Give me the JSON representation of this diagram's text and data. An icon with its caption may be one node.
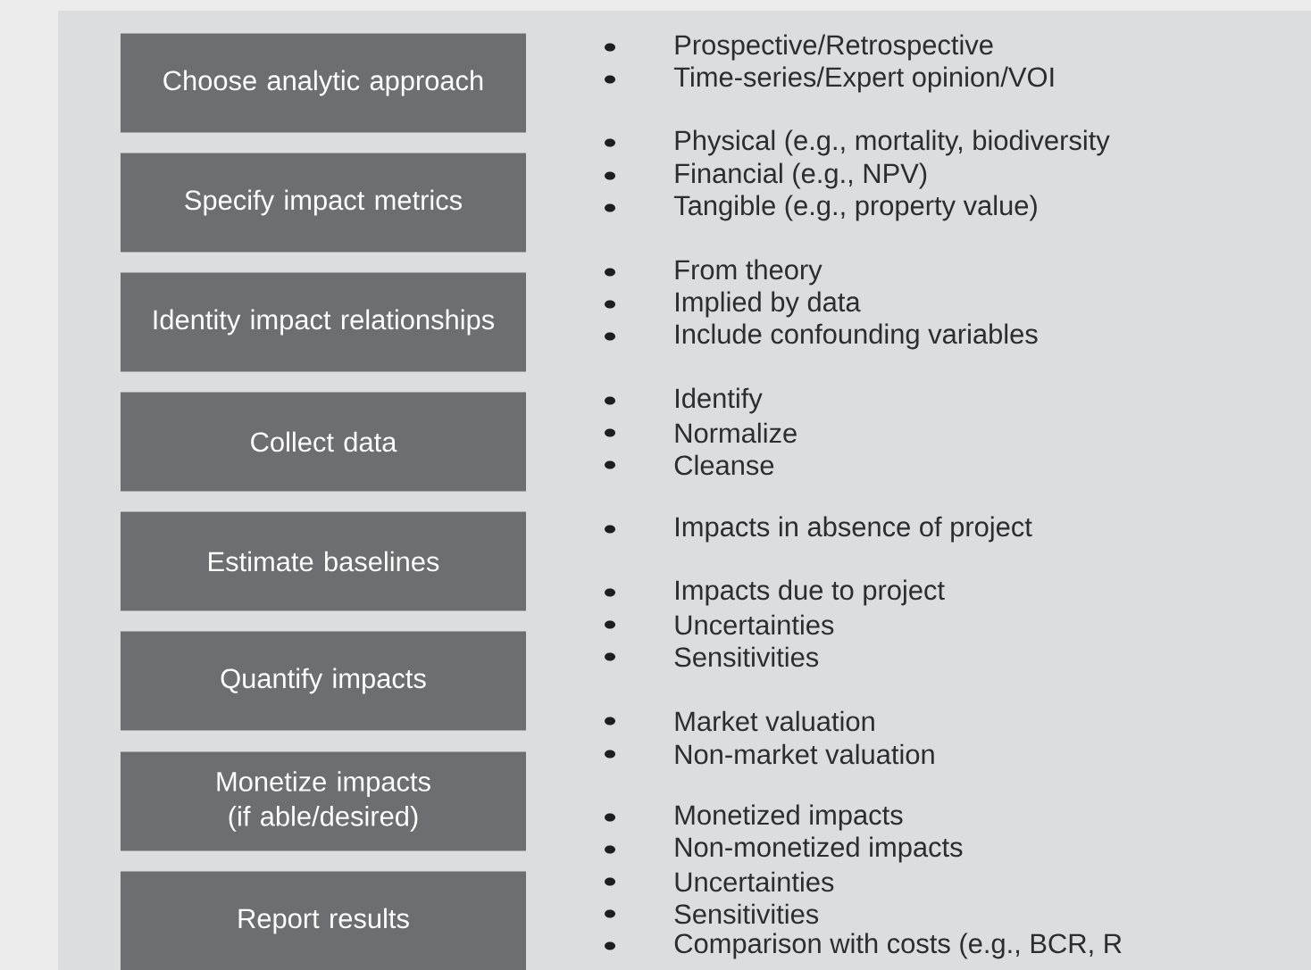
{
  "diagram": {
    "nodes": [
      {
        "text": [
          "Choose analytic approach"
        ]
      },
      {
        "text": [
          "Specify impact metrics"
        ]
      },
      {
        "text": [
          "Identity impact relationships"
        ]
      },
      {
        "text": [
          "Collect data"
        ]
      },
      {
        "text": [
          "Estimate baselines"
        ]
      },
      {
        "text": [
          "Quantify impacts"
        ]
      },
      {
        "text": [
          "Monetize impacts (if able/desired)"
        ]
      },
      {
        "text": [
          "Report results"
        ]
      }
    ],
    "labels": [
      "Prospective/Retrospective",
      "Time-series/Expert opinion/VOI",
      "Physical (e.g., mortality, biodiversity",
      "Financial (e.g., NPV)",
      "Tangible (e.g., property value)",
      "From theory",
      "Implied by data",
      "Include confounding variables",
      "Identify",
      "Normalize",
      "Cleanse",
      "Impacts in absence of project",
      "Impacts due to project",
      "Uncertainties",
      "Sensitivities",
      "Market valuation",
      "Non-market valuation",
      "Monetized impacts",
      "Non-monetized impacts",
      "Uncertainties",
      "Sensitivities",
      "Comparison with costs (e.g., BCR, R"
    ]
  }
}
